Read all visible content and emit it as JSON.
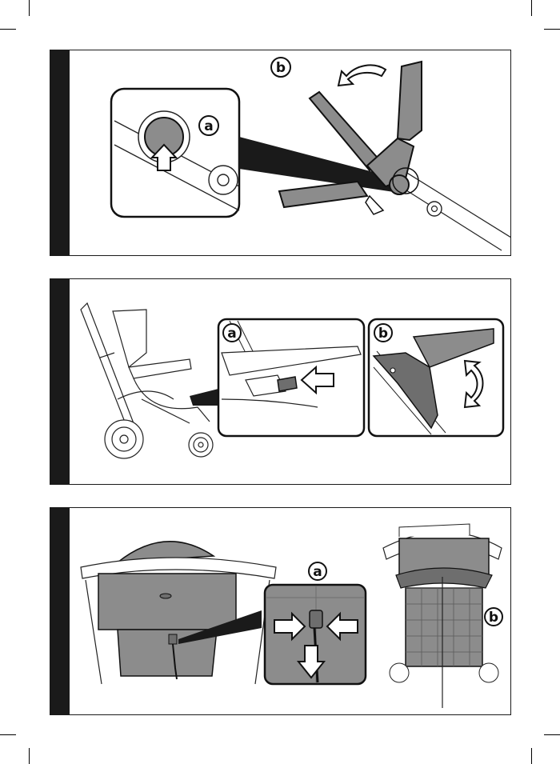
{
  "page": {
    "panels": [
      {
        "id": "panel-1",
        "callouts": {
          "a": "a",
          "b": "b"
        }
      },
      {
        "id": "panel-2",
        "callouts": {
          "a": "a",
          "b": "b"
        }
      },
      {
        "id": "panel-3",
        "callouts": {
          "a": "a",
          "b": "b"
        }
      }
    ]
  },
  "colors": {
    "frame": "#1a1a1a",
    "fabric": "#8c8c8c",
    "fabric_dark": "#6e6e6e",
    "line": "#222222"
  },
  "icons": [
    "crop-mark",
    "arrow-push-icon",
    "rotate-arrow-icon",
    "squeeze-arrow-icon",
    "pull-down-arrow-icon"
  ]
}
